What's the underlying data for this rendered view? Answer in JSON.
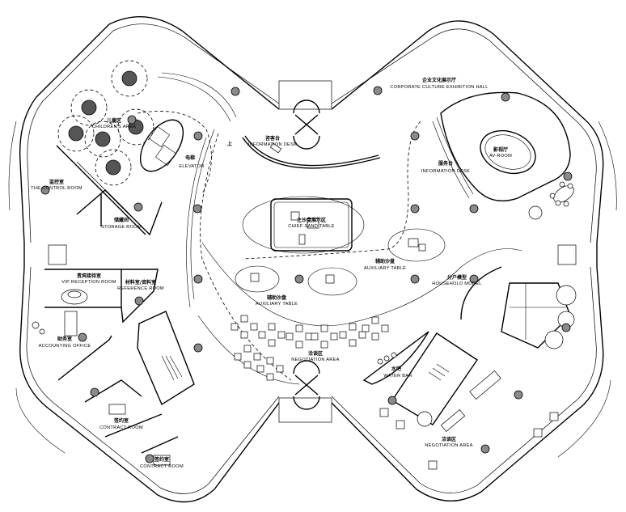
{
  "plan": {
    "labels": {
      "children": {
        "cn": "儿童区",
        "en": "CHILDREN'S AREA"
      },
      "elevator": {
        "cn": "电梯",
        "en": "ELEVATOR"
      },
      "control": {
        "cn": "监控室",
        "en": "THE CONTROL ROOM"
      },
      "storage": {
        "cn": "储藏间",
        "en": "STORAGE ROOM"
      },
      "info_desk_1": {
        "cn": "咨客台",
        "en": "INFORMATION DESK"
      },
      "exhibition": {
        "cn": "企业文化展示厅",
        "en": "CORPORATE CULTURE EXHIBITION HALL"
      },
      "av_room": {
        "cn": "影视厅",
        "en": "AV-ROOM"
      },
      "info_desk_2": {
        "cn": "服务台",
        "en": "INFORMATION DESK"
      },
      "sand_table": {
        "cn": "主沙盘展示区",
        "en": "CHIEF SAND TABLE"
      },
      "aux_table_1": {
        "cn": "辅助沙盘",
        "en": "AUXILIARY TABLE"
      },
      "aux_table_2": {
        "cn": "辅助沙盘",
        "en": "AUXILIARY TABLE"
      },
      "household": {
        "cn": "分户模型",
        "en": "HOUSEHOLD MODEL"
      },
      "vip": {
        "cn": "贵宾接待室",
        "en": "VIP RECEPTION ROOM"
      },
      "reference": {
        "cn": "材料室/资料室",
        "en": "REFERENCE ROOM"
      },
      "accounting": {
        "cn": "财务室",
        "en": "ACCOUNTING OFFICE"
      },
      "negotiation_1": {
        "cn": "洽谈区",
        "en": "NEGOTIATION AREA"
      },
      "water_bar": {
        "cn": "水吧",
        "en": "WATER BAR"
      },
      "contract_1": {
        "cn": "签约室",
        "en": "CONTRACT ROOM"
      },
      "contract_2": {
        "cn": "签约室",
        "en": "CONTRACT ROOM"
      },
      "negotiation_2": {
        "cn": "洽谈区",
        "en": "NEGOTIATION AREA"
      },
      "up_mark": "上"
    }
  }
}
